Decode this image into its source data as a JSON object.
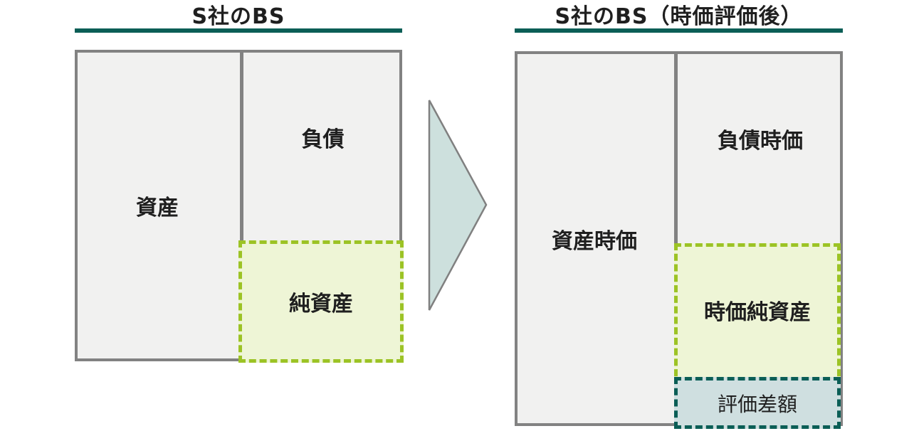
{
  "diagram": {
    "left_panel": {
      "title": "S社のBS",
      "boxes": {
        "assets": "資産",
        "liabilities": "負債",
        "net_assets": "純資産"
      }
    },
    "right_panel": {
      "title": "S社のBS（時価評価後）",
      "boxes": {
        "assets": "資産時価",
        "liabilities": "負債時価",
        "net_assets": "時価純資産",
        "valuation_difference": "評価差額"
      }
    },
    "icons": {
      "transition_arrow": "right-arrow"
    }
  },
  "colors": {
    "accent_teal": "#0b5e56",
    "dash_green": "#9cc325",
    "green_fill": "#eef5d6",
    "teal_fill": "#cfdfe0",
    "box_fill": "#f1f1f0",
    "box_border": "#828282",
    "arrow_fill": "#cde0dd",
    "arrow_border": "#808080",
    "text": "#1f1f1f"
  }
}
